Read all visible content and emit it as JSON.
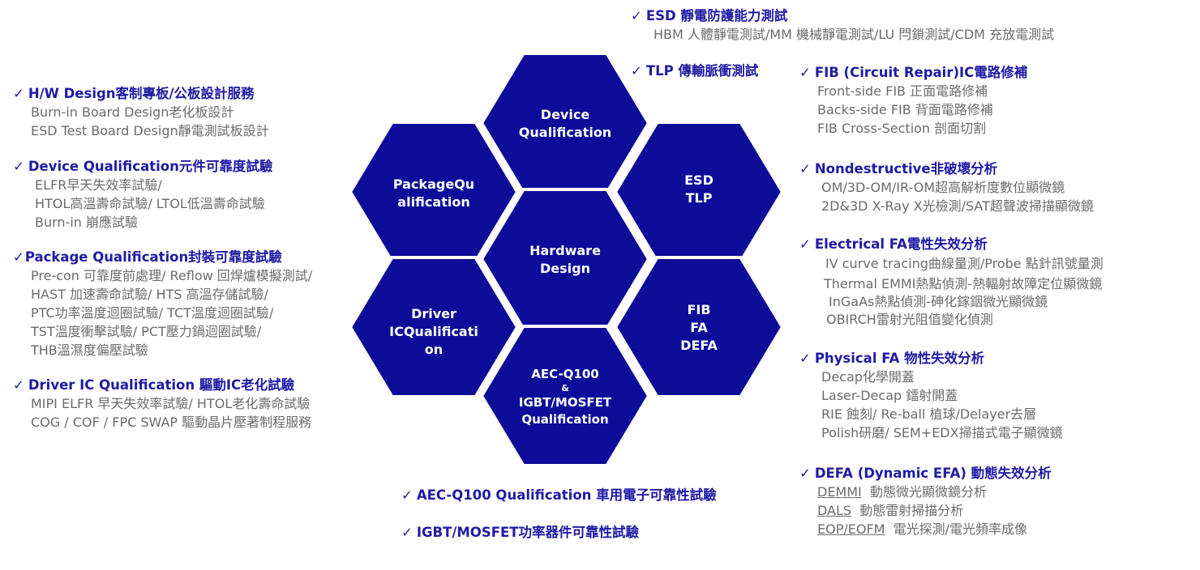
{
  "check": "✓",
  "left": [
    {
      "title": "H/W Design客制專板/公板設計服務",
      "items": [
        "Burn-in Board Design老化板設計",
        "ESD Test Board Design靜電測試板設計"
      ]
    },
    {
      "title": "Device Qualification元件可靠度試驗",
      "items": [
        "ELFR早天失效率試驗/",
        "HTOL高溫壽命試驗/ LTOL低溫壽命試驗",
        "Burn-in 崩應試驗"
      ]
    },
    {
      "title": "Package Qualification封裝可靠度試驗",
      "items": [
        "Pre-con 可靠度前處理/ Reflow 回焊爐模擬測試/",
        "HAST 加速壽命試驗/ HTS 高溫存儲試驗/",
        "PTC功率溫度迴圈試驗/ TCT溫度迴圈試驗/",
        "TST溫度衝擊試驗/ PCT壓力鍋迴圈試驗/",
        "THB溫濕度偏壓試驗"
      ]
    },
    {
      "title": "Driver IC Qualification 驅動IC老化試驗",
      "items": [
        "MIPI ELFR 早天失效率試驗/ HTOL老化壽命試驗",
        "COG / COF / FPC SWAP 驅動晶片壓著制程服務"
      ]
    }
  ],
  "top": [
    {
      "title": "ESD 靜電防護能力測試",
      "items": [
        "HBM 人體靜電測試/MM 機械靜電測試/LU 閂鎖測試/CDM 充放電測試"
      ]
    },
    {
      "title": "TLP 傳輸脈衝測試",
      "items": []
    }
  ],
  "right": [
    {
      "title": "FIB (Circuit Repair)IC電路修補",
      "items": [
        "Front-side FIB 正面電路修補",
        "Backs-side FIB 背面電路修補",
        "FIB Cross-Section 剖面切割"
      ]
    },
    {
      "title": "Nondestructive非破壞分析",
      "items": [
        "OM/3D-OM/IR-OM超高解析度數位顯微鏡",
        "2D&3D X-Ray X光檢測/SAT超聲波掃描顯微鏡"
      ]
    },
    {
      "title": "Electrical FA電性失效分析",
      "items": [
        "IV curve tracing曲線量測/Probe 點針訊號量測",
        "Thermal EMMI熱點偵測-熱輻射故障定位顯微鏡",
        "InGaAs熱點偵測-砷化鎵銦微光顯微鏡",
        "OBIRCH雷射光阻值變化偵測"
      ]
    },
    {
      "title": "Physical FA 物性失效分析",
      "items": [
        "Decap化學開蓋",
        "Laser-Decap 鐳射開蓋",
        "RIE 蝕刻/ Re-ball 植球/Delayer去層",
        "Polish研磨/ SEM+EDX掃描式電子顯微鏡"
      ]
    },
    {
      "title": "DEFA (Dynamic EFA) 動態失效分析",
      "items": [
        {
          "abbr": "DEMMI",
          "desc": "動態微光顯微鏡分析"
        },
        {
          "abbr": "DALS",
          "desc": "動態雷射掃描分析"
        },
        {
          "abbr": "EOP/EOFM",
          "desc": "電光探測/電光頻率成像"
        }
      ]
    }
  ],
  "bottom": [
    {
      "title": "AEC-Q100 Qualification 車用電子可靠性試驗"
    },
    {
      "title": "IGBT/MOSFET功率器件可靠性試驗"
    }
  ],
  "hexagons": {
    "fill": "#0d0d99",
    "device": [
      "Device",
      "Qualification"
    ],
    "esd": [
      "ESD",
      "TLP"
    ],
    "package": [
      "PackageQu",
      "alification"
    ],
    "hardware": [
      "Hardware",
      "Design"
    ],
    "driver": [
      "Driver",
      "ICQualificati",
      "on"
    ],
    "fib": [
      "FIB",
      "FA",
      "DEFA"
    ],
    "aec": [
      "AEC-Q100",
      "&",
      "IGBT/MOSFET",
      "Qualification"
    ]
  }
}
